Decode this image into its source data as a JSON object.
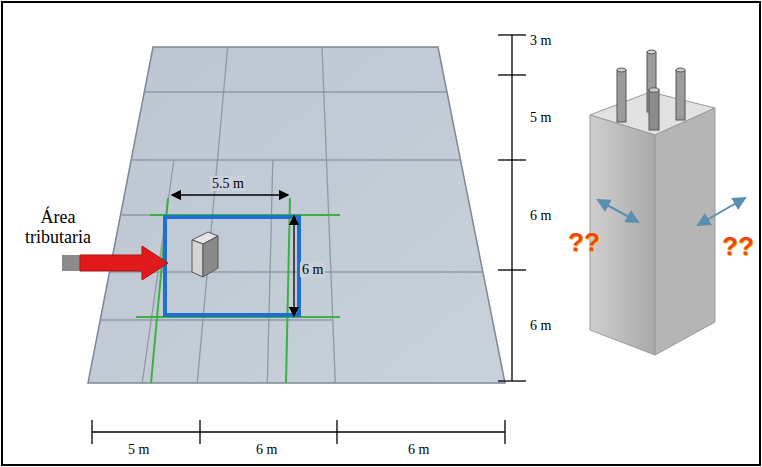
{
  "diagram": {
    "labels": [
      "3 m",
      "5 m",
      "6 m",
      "6 m",
      "5.5 m",
      "6 m",
      "Área tributaria",
      "??",
      "??",
      "5 m",
      "6 m",
      "6 m"
    ]
  }
}
